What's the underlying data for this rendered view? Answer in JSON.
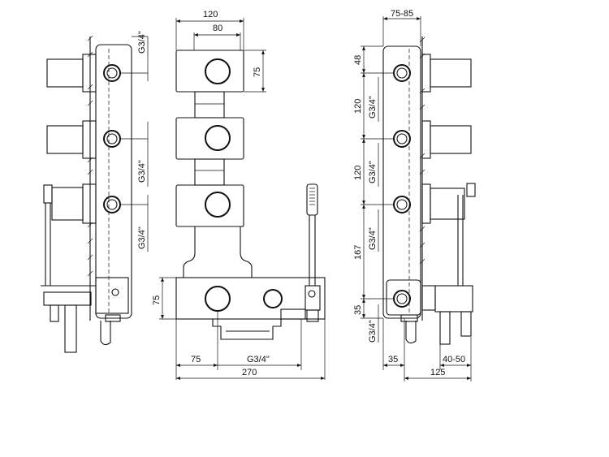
{
  "dimensions": {
    "left_view": {
      "thread_top": "G3/4\"",
      "thread_mid": "G3/4\"",
      "thread_low": "G3/4\""
    },
    "front_view": {
      "width_top": "120",
      "width_inner": "80",
      "module_height": "75",
      "mixer_height": "75",
      "offset_left": "75",
      "outlet_thread": "G3/4\"",
      "total_width": "270"
    },
    "right_view": {
      "depth_range": "75-85",
      "spacing_1": "48",
      "spacing_2": "120",
      "spacing_3": "120",
      "spacing_4": "167",
      "spacing_5": "35",
      "thread_1": "G3/4\"",
      "thread_2": "G3/4\"",
      "thread_3": "G3/4\"",
      "thread_4": "G3/4\"",
      "bottom_left": "35",
      "bottom_right": "40-50",
      "bottom_total": "125"
    }
  }
}
